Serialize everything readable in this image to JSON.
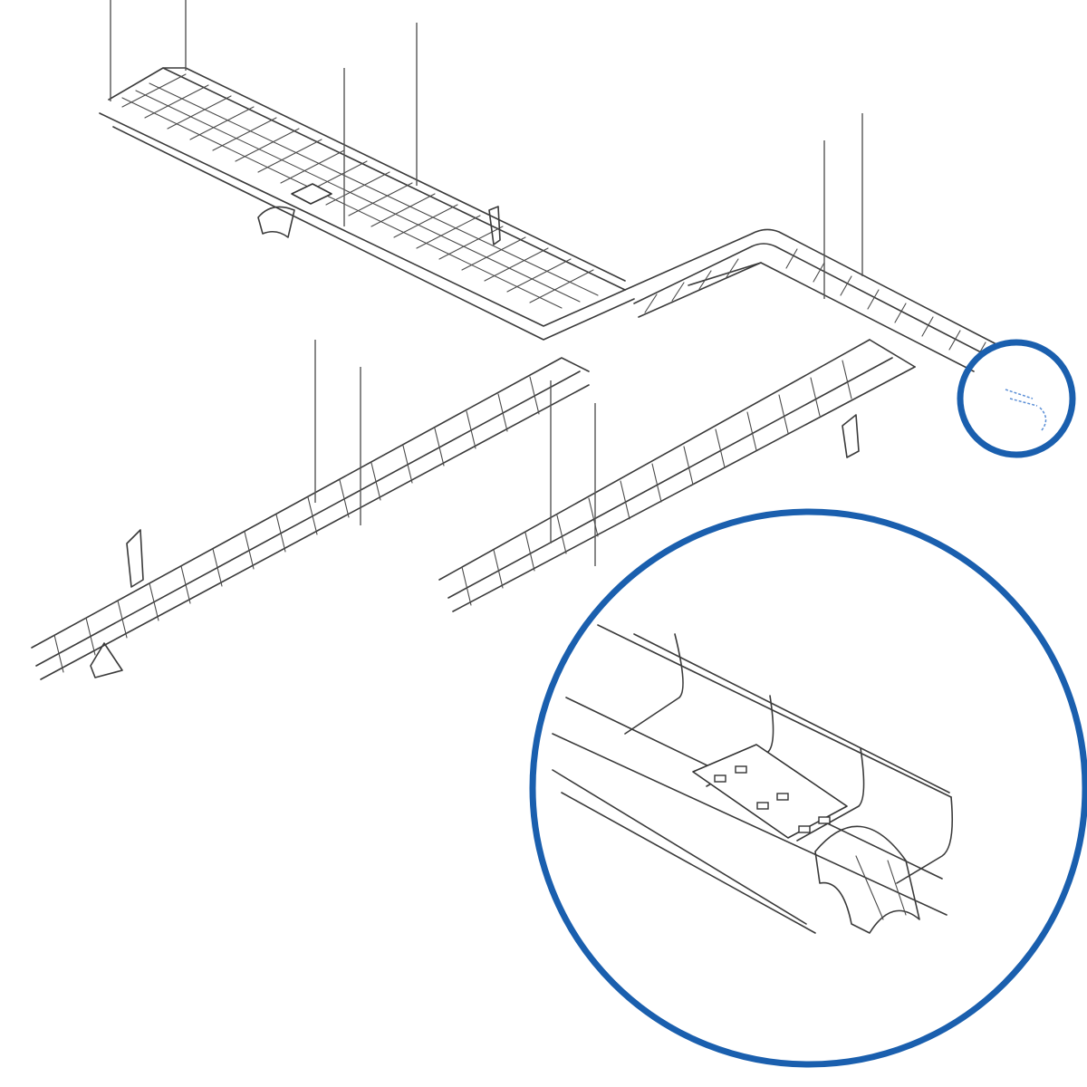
{
  "diagram": {
    "type": "isometric-technical-illustration",
    "subject": "wire-mesh-cable-tray-system",
    "colors": {
      "line": "#3a3a3a",
      "highlight_circle": "#1a5fae",
      "background": "#ffffff"
    },
    "callouts": [
      {
        "name": "detail-indicator",
        "target": "tray-end-with-coupler"
      },
      {
        "name": "detail-magnified-view",
        "shows": "coupler-plate-and-cable-dropout"
      }
    ]
  }
}
